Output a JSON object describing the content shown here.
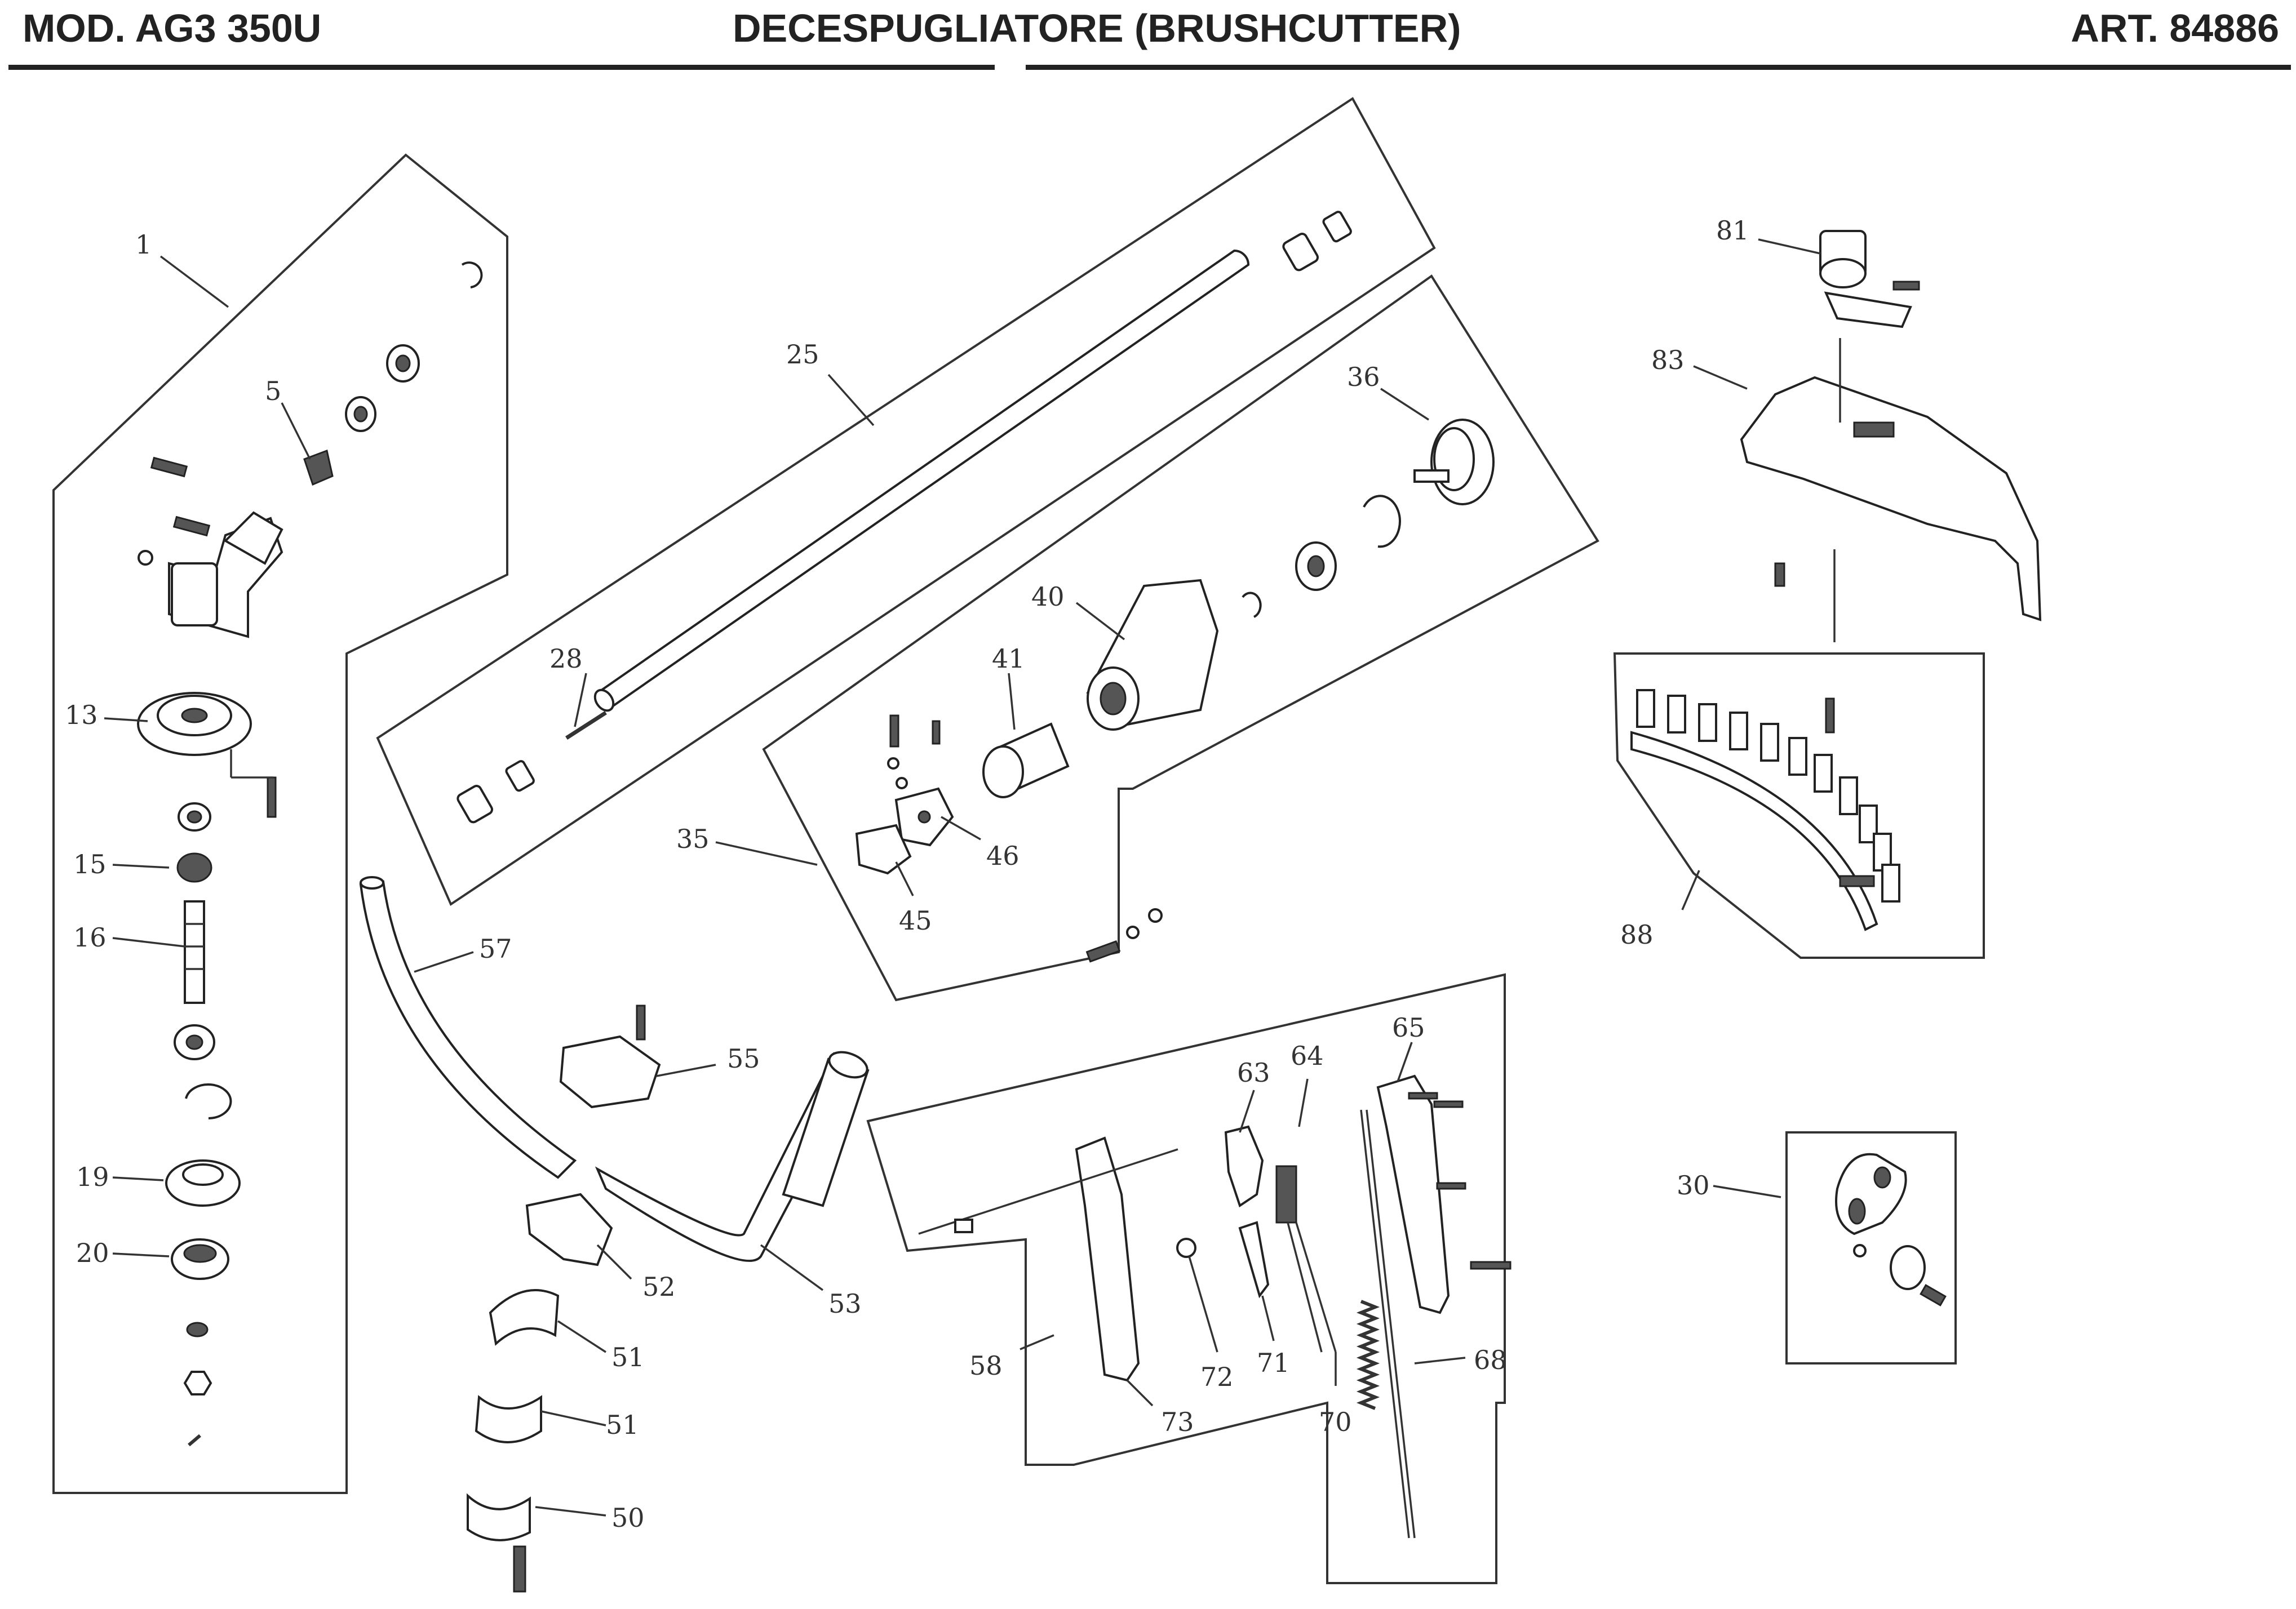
{
  "header": {
    "model": "MOD. AG3 350U",
    "title": "DECESPUGLIATORE (BRUSHCUTTER)",
    "article": "ART. 84886"
  },
  "callouts": [
    {
      "id": "c1",
      "label": "1"
    },
    {
      "id": "c5",
      "label": "5"
    },
    {
      "id": "c13",
      "label": "13"
    },
    {
      "id": "c15",
      "label": "15"
    },
    {
      "id": "c16",
      "label": "16"
    },
    {
      "id": "c19",
      "label": "19"
    },
    {
      "id": "c20",
      "label": "20"
    },
    {
      "id": "c25",
      "label": "25"
    },
    {
      "id": "c28",
      "label": "28"
    },
    {
      "id": "c30",
      "label": "30"
    },
    {
      "id": "c35",
      "label": "35"
    },
    {
      "id": "c36",
      "label": "36"
    },
    {
      "id": "c40",
      "label": "40"
    },
    {
      "id": "c41",
      "label": "41"
    },
    {
      "id": "c45",
      "label": "45"
    },
    {
      "id": "c46",
      "label": "46"
    },
    {
      "id": "c50",
      "label": "50"
    },
    {
      "id": "c51a",
      "label": "51"
    },
    {
      "id": "c51b",
      "label": "51"
    },
    {
      "id": "c52",
      "label": "52"
    },
    {
      "id": "c53",
      "label": "53"
    },
    {
      "id": "c55",
      "label": "55"
    },
    {
      "id": "c57",
      "label": "57"
    },
    {
      "id": "c58",
      "label": "58"
    },
    {
      "id": "c63",
      "label": "63"
    },
    {
      "id": "c64",
      "label": "64"
    },
    {
      "id": "c65",
      "label": "65"
    },
    {
      "id": "c68",
      "label": "68"
    },
    {
      "id": "c70",
      "label": "70"
    },
    {
      "id": "c71",
      "label": "71"
    },
    {
      "id": "c72",
      "label": "72"
    },
    {
      "id": "c73",
      "label": "73"
    },
    {
      "id": "c81",
      "label": "81"
    },
    {
      "id": "c83",
      "label": "83"
    },
    {
      "id": "c88",
      "label": "88"
    }
  ]
}
